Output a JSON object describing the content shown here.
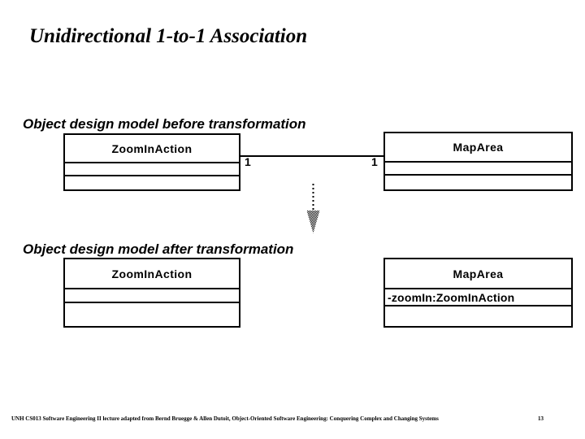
{
  "slide": {
    "title": "Unidirectional 1-to-1 Association"
  },
  "sections": {
    "before": {
      "caption": "Object design model before transformation"
    },
    "after": {
      "caption": "Object design model after transformation"
    }
  },
  "classes": {
    "zoominaction_before": {
      "name": "ZoomInAction",
      "attributes": "",
      "operations": ""
    },
    "maparea_before": {
      "name": "MapArea",
      "attributes": "",
      "operations": ""
    },
    "zoominaction_after": {
      "name": "ZoomInAction",
      "attributes": "",
      "operations": ""
    },
    "maparea_after": {
      "name": "MapArea",
      "attributes": "-zoomIn:ZoomInAction",
      "operations": ""
    }
  },
  "association": {
    "source_multiplicity": "1",
    "target_multiplicity": "1"
  },
  "arrow": {
    "style": "dashed-down-arrow",
    "color": "#808080"
  },
  "footer": {
    "credit": "UNH CS013 Software Engineering II lecture adapted from Bernd Bruegge & Allen Dutoit, Object-Oriented Software Engineering: Conquering Complex and Changing Systems",
    "page": "13"
  },
  "colors": {
    "ink": "#000000",
    "background": "#ffffff"
  }
}
